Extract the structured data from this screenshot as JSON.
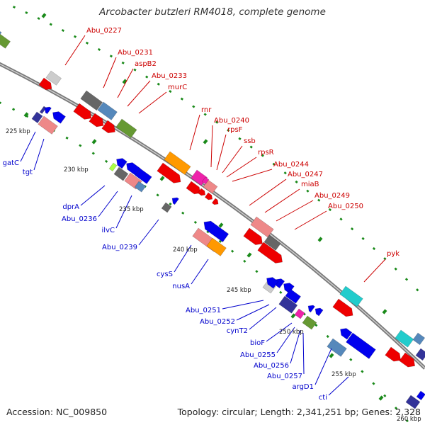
{
  "title": "Arcobacter butzleri RM4018, complete genome",
  "footer": {
    "accession": "Accession: NC_009850",
    "stats": "Topology: circular; Length: 2,341,251 bp; Genes: 2,328"
  },
  "forward_labels": [
    "Abu_0227",
    "Abu_0231",
    "aspB2",
    "Abu_0233",
    "murC",
    "rnr",
    "Abu_0240",
    "rpsF",
    "ssb",
    "rpsR",
    "Abu_0244",
    "Abu_0247",
    "miaB",
    "Abu_0249",
    "Abu_0250",
    "pyk"
  ],
  "reverse_labels": [
    "gatC",
    "tgt",
    "dprA",
    "Abu_0236",
    "ilvC",
    "Abu_0239",
    "cysS",
    "nusA",
    "Abu_0251",
    "Abu_0252",
    "cynT2",
    "bioF",
    "Abu_0255",
    "Abu_0256",
    "Abu_0257",
    "argD1",
    "cti"
  ],
  "ticks": [
    "225 kbp",
    "230 kbp",
    "235 kbp",
    "240 kbp",
    "245 kbp",
    "250 kbp",
    "255 kbp",
    "260 kbp"
  ],
  "colors": {
    "forward_text": "#cc0000",
    "reverse_text": "#0000cc",
    "backbone": "#888888",
    "gc_dots": "#1a8a1a",
    "red": "#ee0000",
    "blue": "#0000ee",
    "gray": "#666666",
    "lightgray": "#cccccc",
    "pink": "#ee8888",
    "orange": "#ff9900",
    "olive": "#669933",
    "steel": "#5588bb",
    "magenta": "#ee22aa",
    "cyan": "#22cccc",
    "navy": "#333399",
    "lime": "#aaff44"
  }
}
